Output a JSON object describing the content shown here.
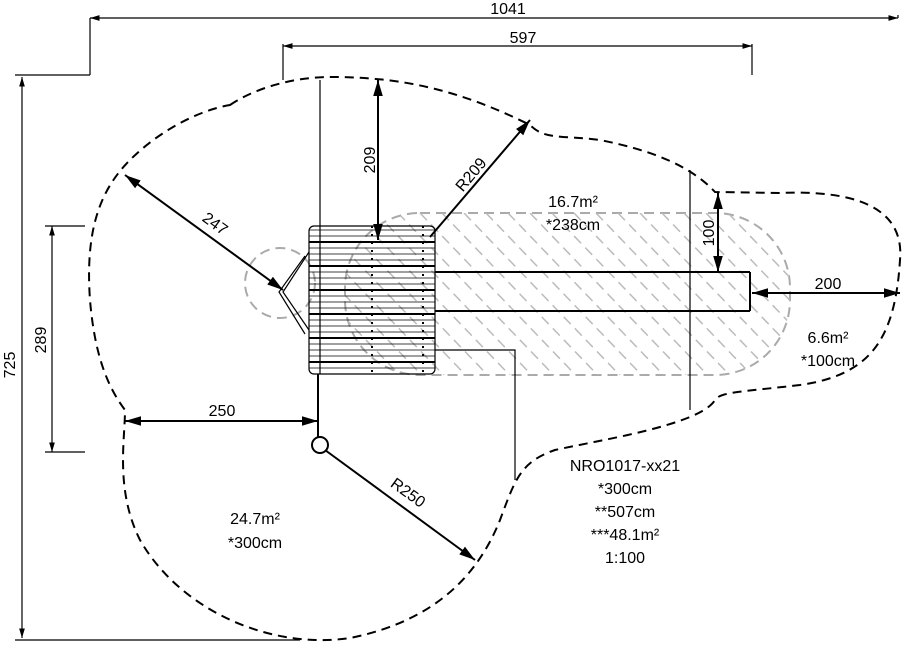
{
  "dimensions": {
    "overall_width": "1041",
    "structure_width": "597",
    "top_offset": "209",
    "radius_top": "R209",
    "slide_offset": "100",
    "slide_end": "200",
    "left_height": "289",
    "overall_height": "725",
    "diagonal_left": "247",
    "swing_offset": "250",
    "radius_swing": "R250"
  },
  "zones": {
    "slide_area": "16.7m²",
    "slide_fall": "*238cm",
    "end_area": "6.6m²",
    "end_fall": "*100cm",
    "swing_area": "24.7m²",
    "swing_fall": "*300cm"
  },
  "info": {
    "model": "NRO1017-xx21",
    "fall_height": "*300cm",
    "length": "**507cm",
    "total_area": "***48.1m²",
    "scale": "1:100"
  }
}
